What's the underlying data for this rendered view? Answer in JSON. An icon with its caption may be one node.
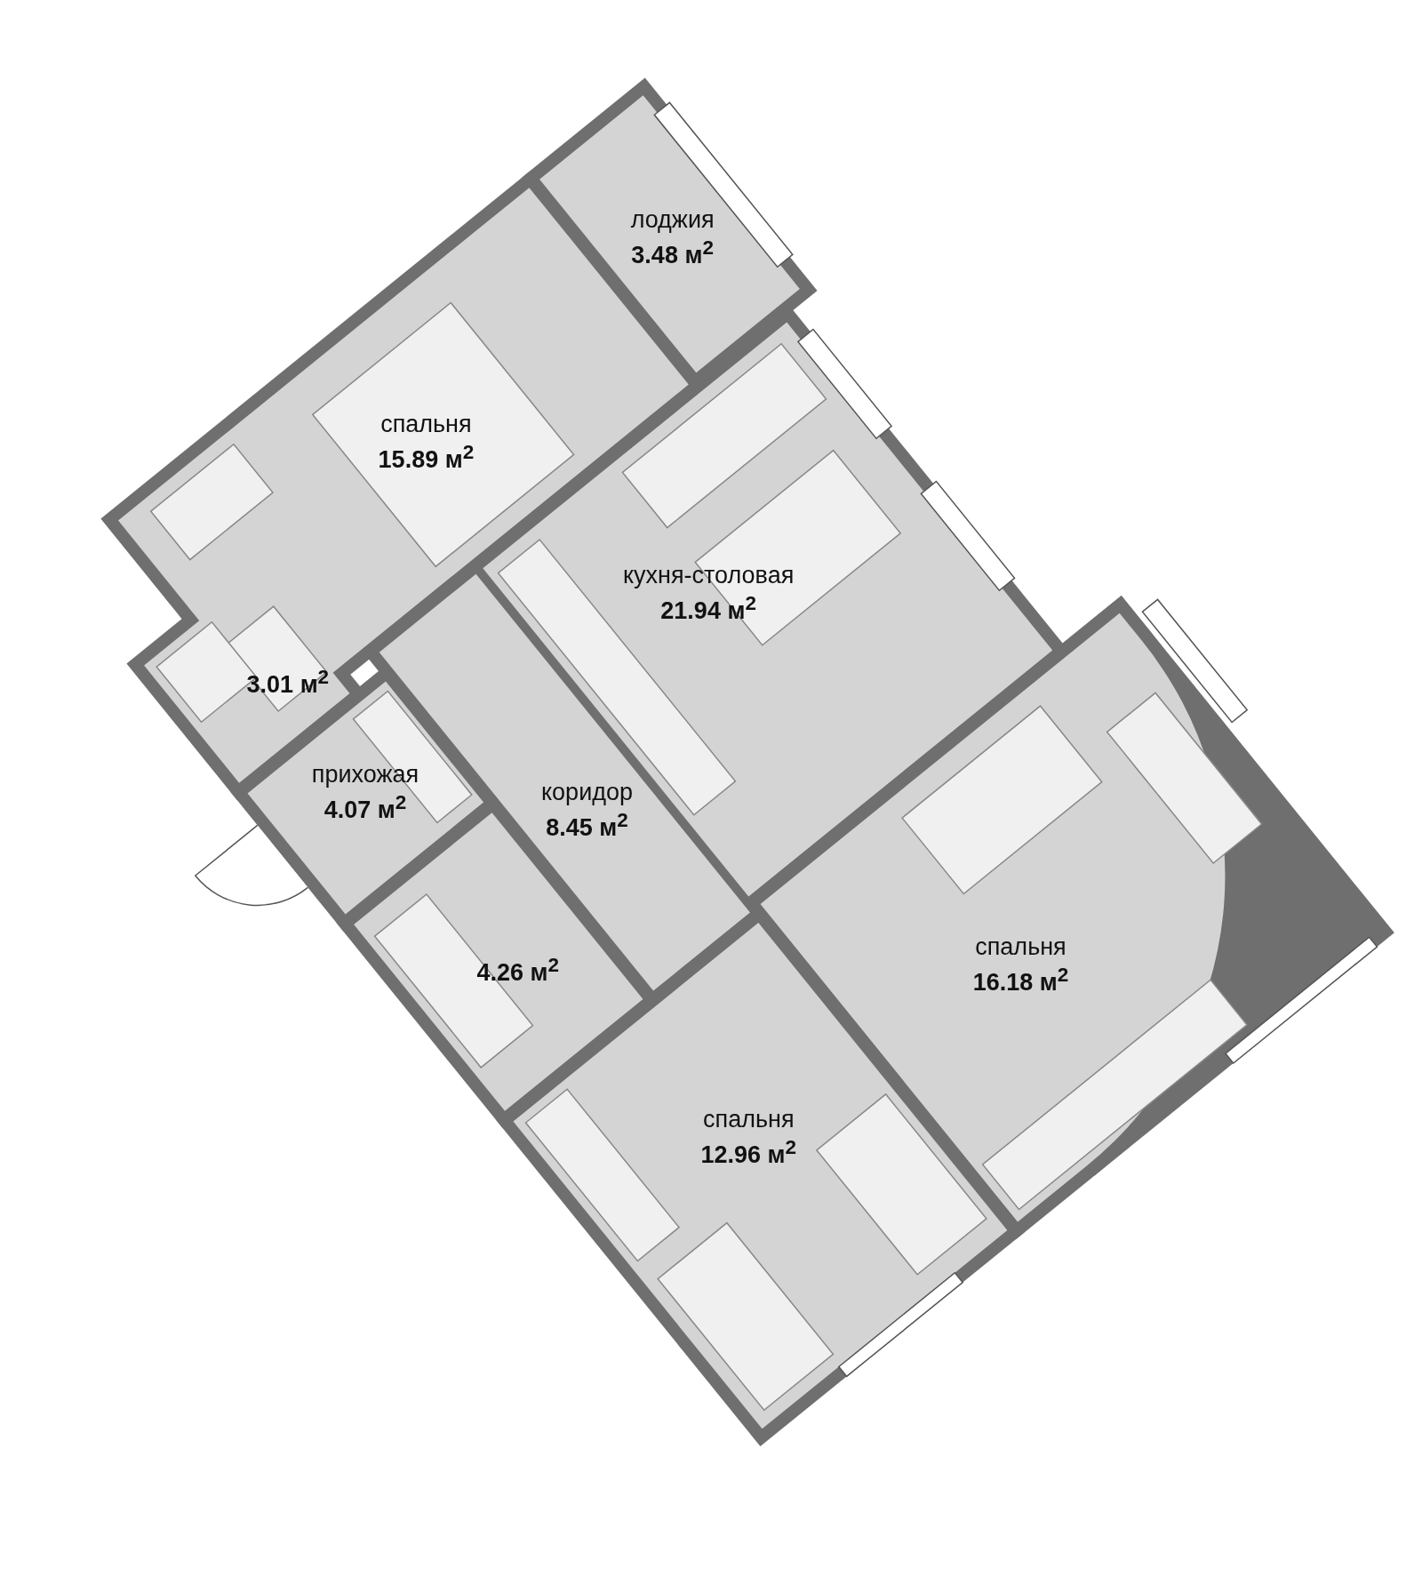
{
  "diagram": {
    "nodes": [
      {
        "text": [
          "лоджия",
          "3.48 м$^{2}$"
        ]
      },
      {
        "text": [
          "спальня",
          "15.89 м$^{2}$"
        ]
      },
      {
        "text": [
          "кухня-столовая",
          "21.94 м$^{2}$"
        ]
      },
      {
        "text": [
          "3.01 м$^{2}$"
        ]
      },
      {
        "text": [
          "прихожая",
          "4.07 м$^{2}$"
        ]
      },
      {
        "text": [
          "коридор",
          "8.45 м$^{2}$"
        ]
      },
      {
        "text": [
          "4.26 м$^{2}$"
        ]
      },
      {
        "text": [
          "спальня",
          "16.18 м$^{2}$"
        ]
      },
      {
        "text": [
          "спальня",
          "12.96 м$^{2}$"
        ]
      }
    ]
  }
}
